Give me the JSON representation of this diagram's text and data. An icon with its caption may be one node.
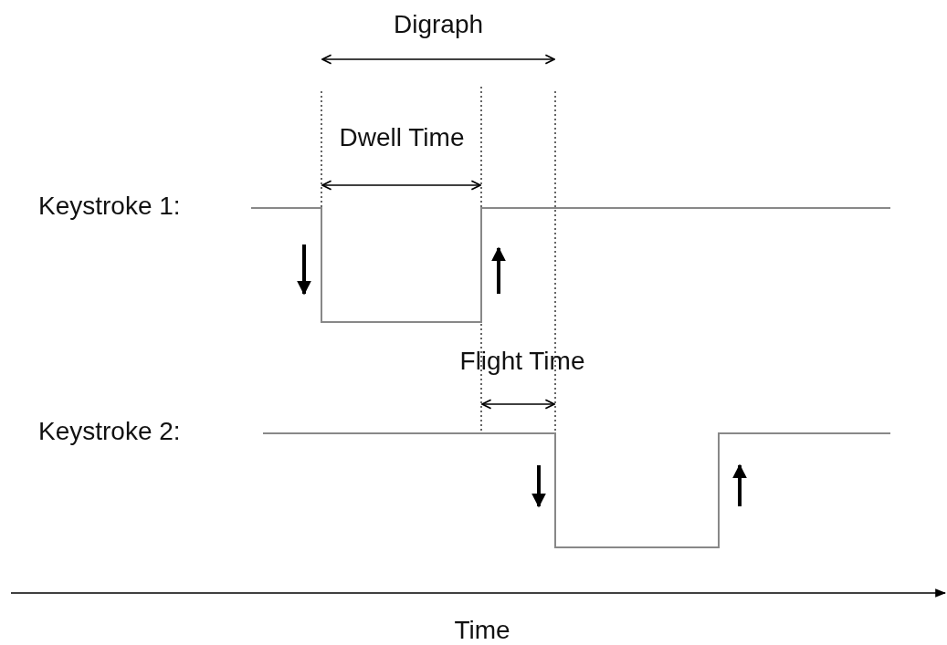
{
  "diagram": {
    "labels": [
      "Digraph",
      "Dwell Time",
      "Keystroke 1:",
      "Flight Time",
      "Keystroke 2:",
      "Time"
    ]
  }
}
